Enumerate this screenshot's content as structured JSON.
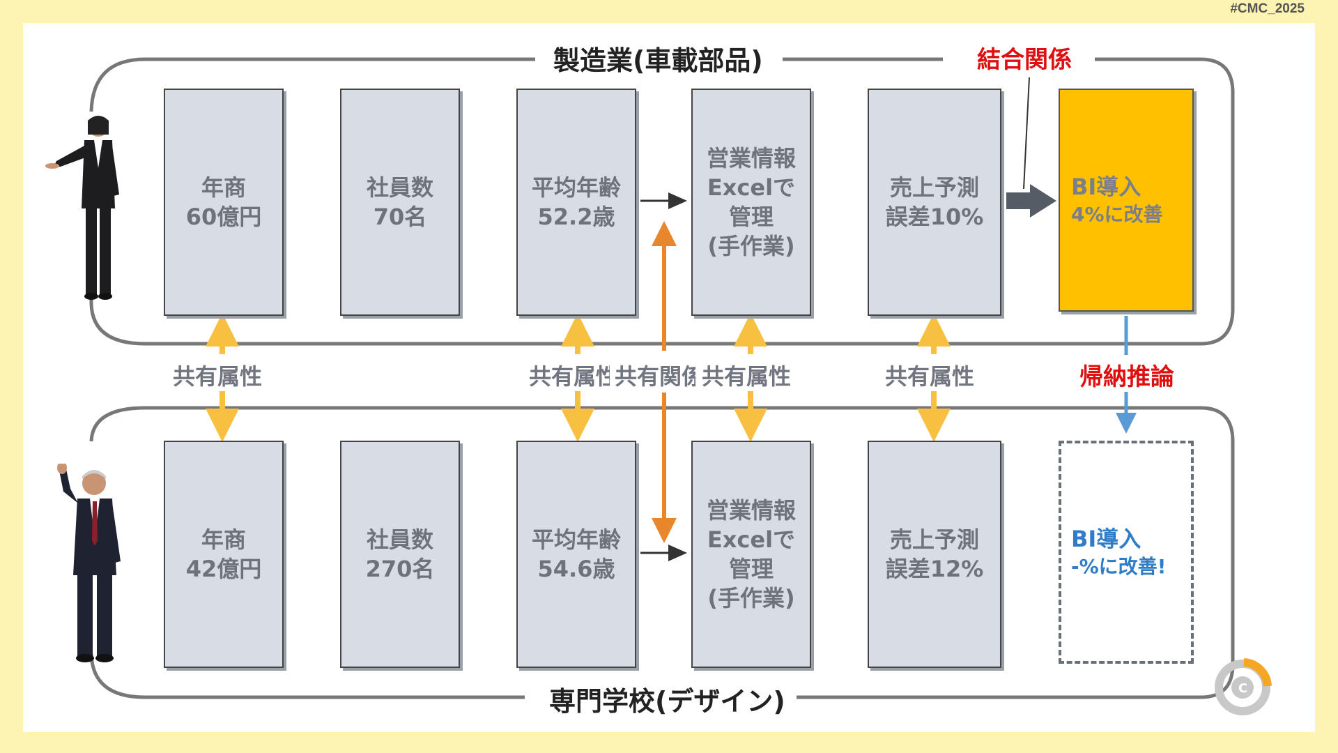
{
  "hashtag": "#CMC_2025",
  "top_group": {
    "title": "製造業(車載部品)",
    "relation_label": "結合関係",
    "boxes": [
      {
        "line1": "年商",
        "line2": "60億円"
      },
      {
        "line1": "社員数",
        "line2": "70名"
      },
      {
        "line1": "平均年齢",
        "line2": "52.2歳"
      },
      {
        "line1": "営業情報",
        "line2": "Excelで",
        "line3": "管理",
        "line4": "(手作業)"
      },
      {
        "line1": "売上予測",
        "line2": "誤差10%"
      },
      {
        "line1": "BI導入",
        "line2": "4%に改善"
      }
    ]
  },
  "bottom_group": {
    "title": "専門学校(デザイン)",
    "boxes": [
      {
        "line1": "年商",
        "line2": "42億円"
      },
      {
        "line1": "社員数",
        "line2": "270名"
      },
      {
        "line1": "平均年齢",
        "line2": "54.6歳"
      },
      {
        "line1": "営業情報",
        "line2": "Excelで",
        "line3": "管理",
        "line4": "(手作業)"
      },
      {
        "line1": "売上予測",
        "line2": "誤差12%"
      },
      {
        "line1": "BI導入",
        "line2": "-%に改善!"
      }
    ]
  },
  "connectors": {
    "shared_attr_1": "共有属性",
    "shared_attr_2": "共有属性",
    "shared_relation": "共有関係",
    "shared_attr_3": "共有属性",
    "shared_attr_4": "共有属性",
    "induction": "帰納推論"
  },
  "colors": {
    "box_fill": "#d8dde5",
    "highlight_fill": "#ffc000",
    "shared_arrow": "#f8c040",
    "relation_arrow": "#e8862c",
    "induction_arrow": "#5b9bd5",
    "accent_red": "#e00f0f",
    "predicted_text": "#2f7dc6"
  }
}
